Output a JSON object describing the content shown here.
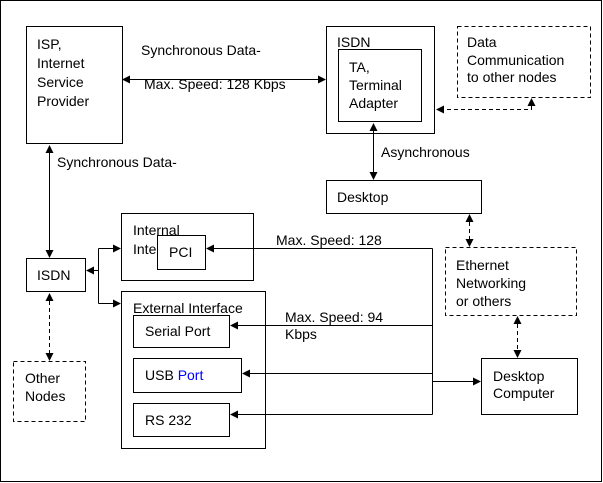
{
  "nodes": {
    "isp": [
      "ISP,",
      "Internet",
      "Service",
      "Provider"
    ],
    "isdn_top": "ISDN",
    "ta": [
      "TA,",
      "Terminal",
      "Adapter"
    ],
    "data_comm": [
      "Data",
      "Communication",
      "to other nodes"
    ],
    "desktop_top": "Desktop",
    "isdn_left": "ISDN",
    "other_nodes": [
      "Other",
      "Nodes"
    ],
    "internal_interface": [
      "Internal",
      "Inte"
    ],
    "pci": "PCI",
    "external_interface": "External Interface",
    "serial_port": "Serial Port",
    "usb_port": {
      "part1": "USB",
      "part2": "Port"
    },
    "rs232": "RS 232",
    "ethernet": [
      "Ethernet",
      "Networking",
      "or others"
    ],
    "desktop_computer": [
      "Desktop",
      "Computer"
    ]
  },
  "labels": {
    "sync_top": "Synchronous Data-",
    "speed_top": "Max. Speed: 128 Kbps",
    "async": "Asynchronous",
    "sync_left": "Synchronous Data-",
    "speed_128": "Max. Speed: 128",
    "speed_94": [
      "Max. Speed: 94",
      "Kbps"
    ]
  },
  "colors": {
    "usb_port_highlight": "#0000ff"
  }
}
